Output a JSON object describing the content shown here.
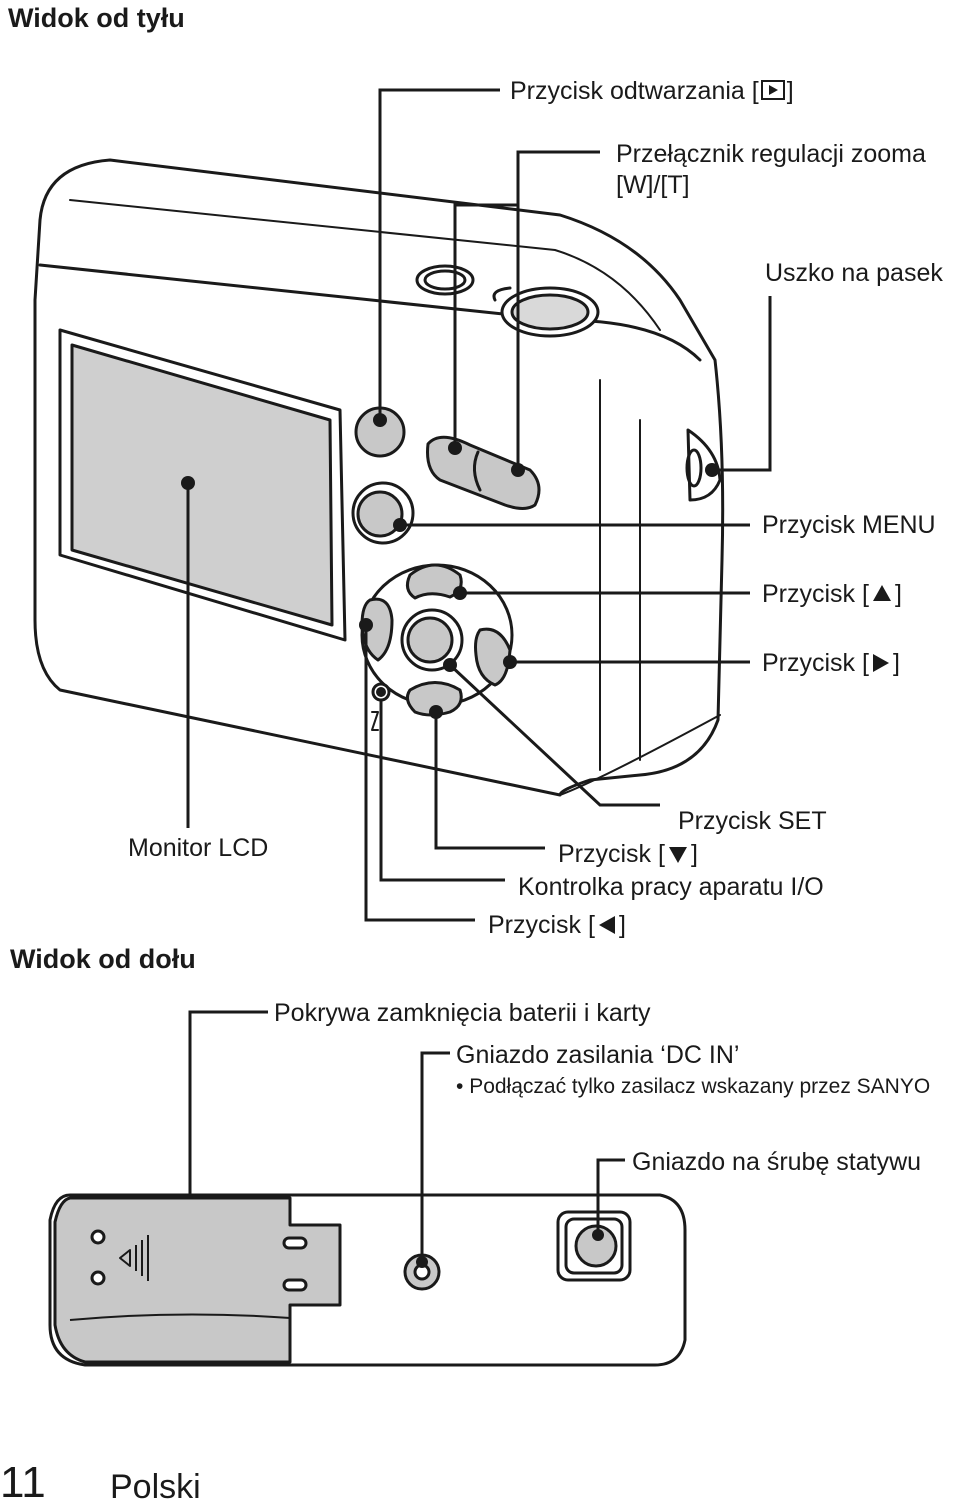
{
  "sections": {
    "back_view": "Widok od tyłu",
    "bottom_view": "Widok od dołu"
  },
  "labels": {
    "playback_button": "Przycisk odtwarzania [",
    "playback_button_end": "]",
    "zoom_switch_line1": "Przełącznik regulacji zooma",
    "zoom_switch_line2": "[W]/[T]",
    "strap_holder": "Uszko na pasek",
    "menu_button": "Przycisk MENU",
    "up_button": "Przycisk [",
    "up_button_end": "]",
    "right_button": "Przycisk [",
    "right_button_end": "]",
    "lcd_monitor": "Monitor LCD",
    "set_button": "Przycisk SET",
    "down_button": "Przycisk [",
    "down_button_end": "]",
    "indicator": "Kontrolka pracy aparatu I/O",
    "left_button": "Przycisk [",
    "left_button_end": "]",
    "battery_cover": "Pokrywa zamknięcia baterii i karty",
    "dc_in": "Gniazdo zasilania ‘DC IN’",
    "dc_in_note": "Podłączać tylko zasilacz wskazany przez SANYO",
    "tripod": "Gniazdo na śrubę statywu"
  },
  "footer": {
    "page_number": "11",
    "language": "Polski"
  }
}
